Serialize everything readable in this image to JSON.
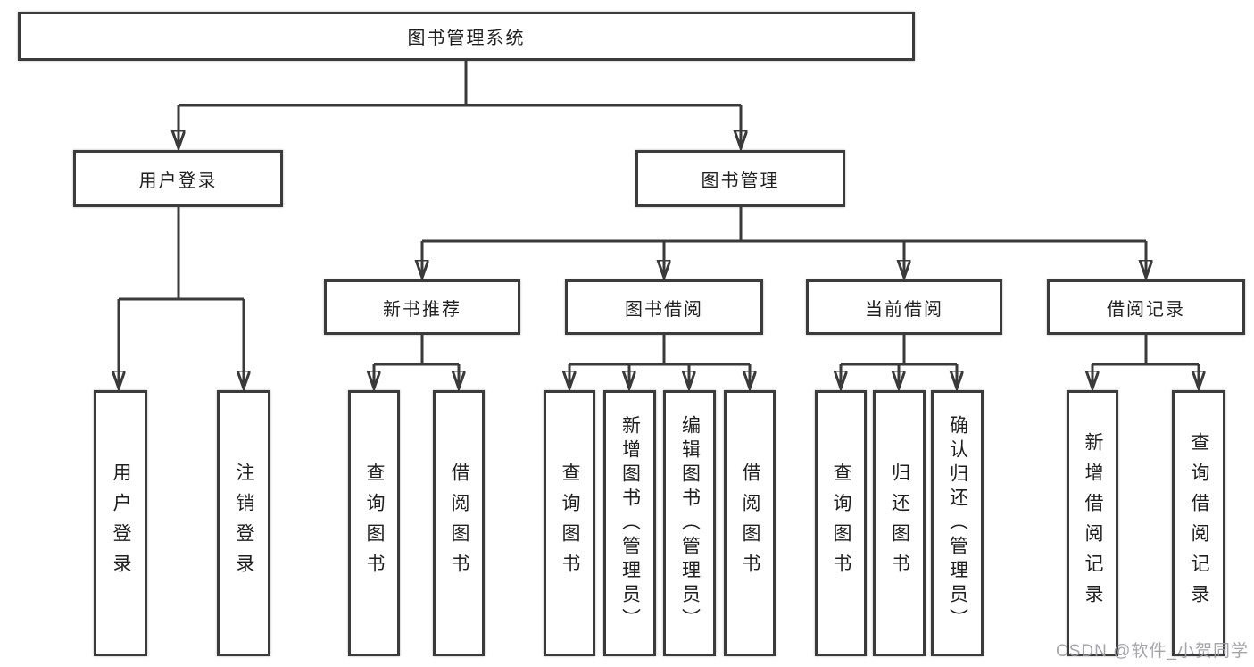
{
  "tree": {
    "root": "图书管理系统",
    "branches": [
      {
        "label": "用户登录",
        "children": [
          "用户登录",
          "注销登录"
        ]
      },
      {
        "label": "图书管理",
        "sections": [
          {
            "label": "新书推荐",
            "children": [
              "查询图书",
              "借阅图书"
            ]
          },
          {
            "label": "图书借阅",
            "children": [
              "查询图书",
              "新增图书（管理员）",
              "编辑图书（管理员）",
              "借阅图书"
            ]
          },
          {
            "label": "当前借阅",
            "children": [
              "查询图书",
              "归还图书",
              "确认归还（管理员）"
            ]
          },
          {
            "label": "借阅记录",
            "children": [
              "新增借阅记录",
              "查询借阅记录"
            ]
          }
        ]
      }
    ]
  },
  "watermark": {
    "text": "CSDN @软件_小贺同学"
  },
  "colors": {
    "line": "#3a3a3a",
    "border": "#3b3b3b",
    "text": "#1f1f1f",
    "watermark": "#9b9ba1"
  }
}
